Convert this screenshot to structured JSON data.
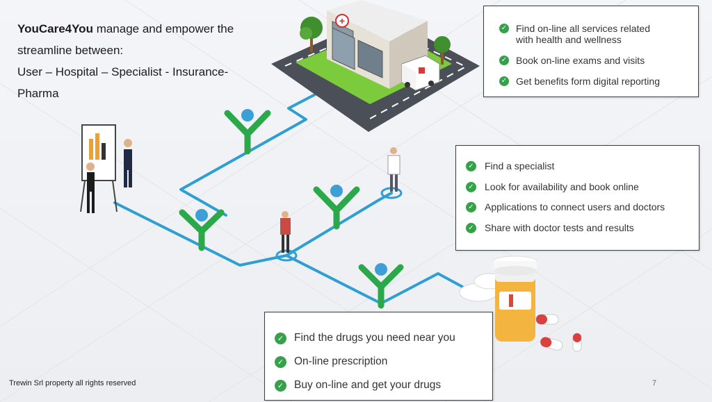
{
  "slide": {
    "intro": {
      "brand": "YouCare4You",
      "text_1": "manage and empower the",
      "text_2": "streamline between:",
      "text_3": "User – Hospital – Specialist - Insurance-",
      "text_4": "Pharma"
    },
    "hospital_box": {
      "items": [
        {
          "line_1": "Find on-line all services related",
          "line_2": "with health and wellness"
        },
        {
          "line_1": "Book on-line exams and visits",
          "line_2": ""
        },
        {
          "line_1": "Get benefits form digital reporting",
          "line_2": ""
        }
      ]
    },
    "specialist_box": {
      "items": [
        "Find a specialist",
        "Look for availability and book online",
        "Applications to connect users and doctors",
        "Share with doctor tests and results"
      ]
    },
    "pharma_box": {
      "items": [
        "Find the drugs you need near you",
        "On-line prescription",
        "Buy on-line and get your drugs"
      ]
    },
    "footer": "Trewin Srl property all rights reserved",
    "page_number": "7",
    "check_glyph": "✓",
    "hospital_sign_glyph": "+"
  },
  "colors": {
    "accent_green": "#35a24a",
    "path_blue": "#2f9fd3",
    "figure_green": "#2aa84a",
    "figure_head_blue": "#3c9fd6"
  }
}
